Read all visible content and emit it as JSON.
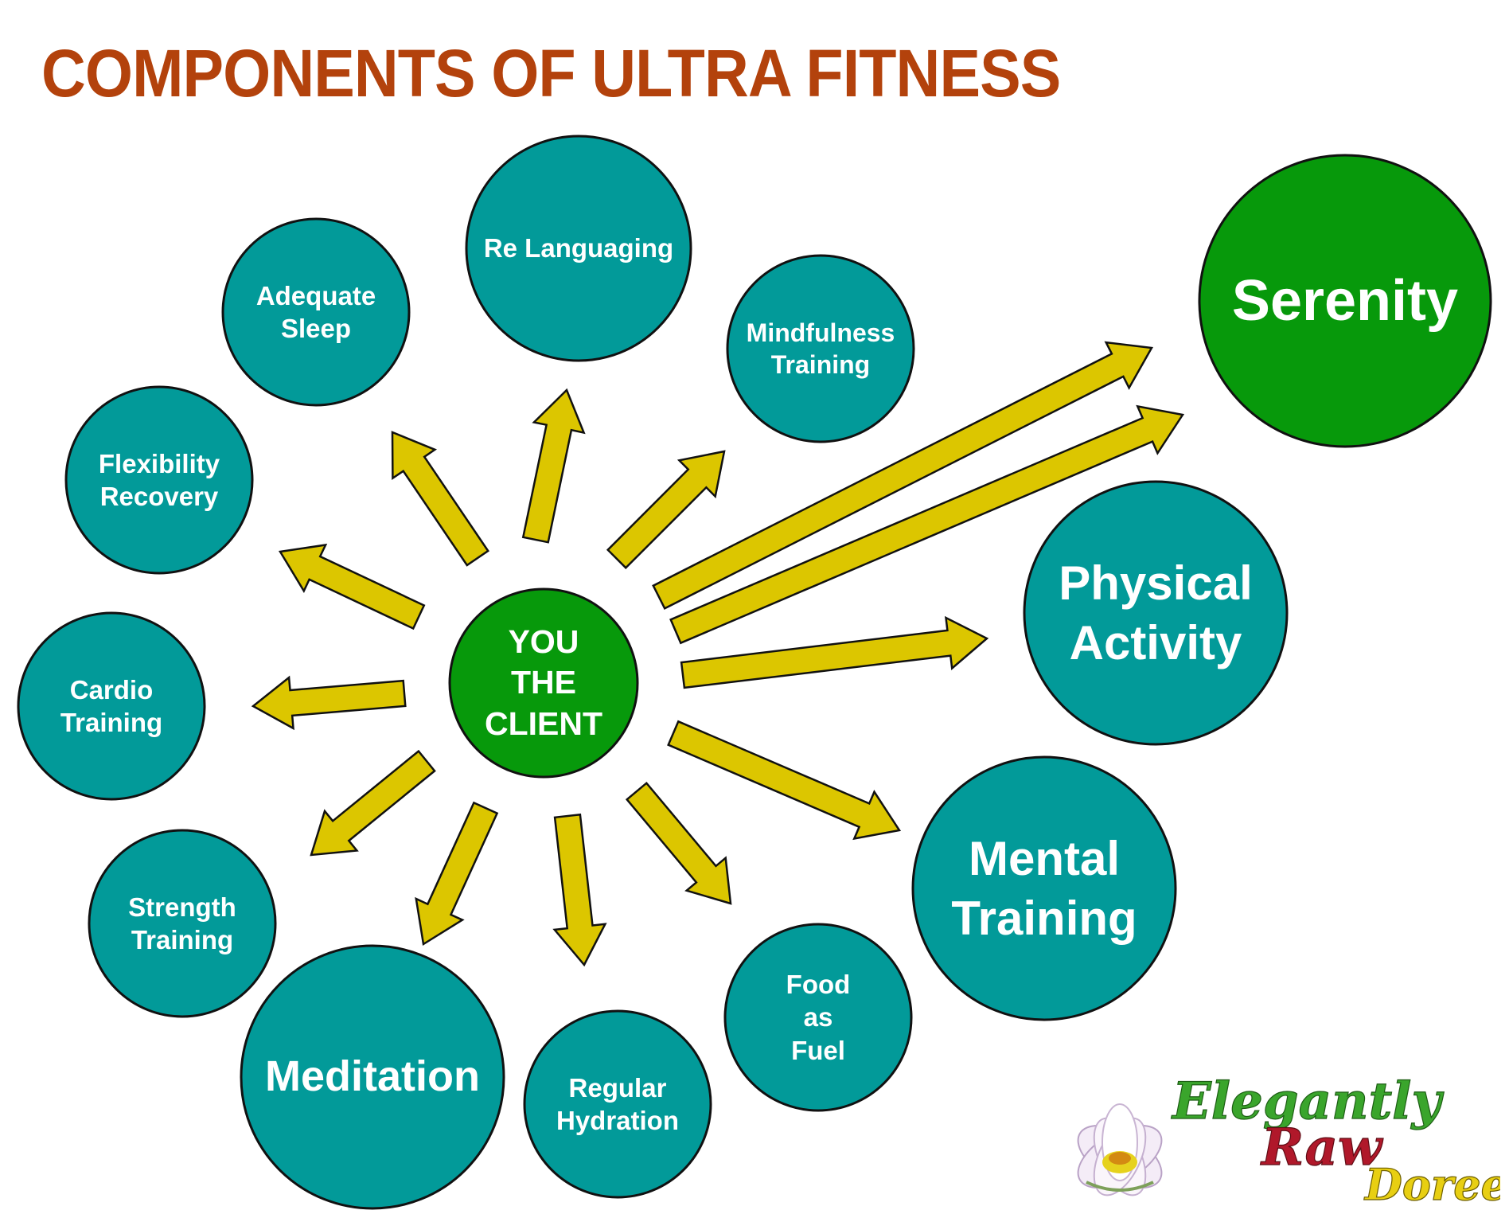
{
  "title": "COMPONENTS OF ULTRA FITNESS",
  "colors": {
    "title": "#b3420c",
    "teal_node": "#029a99",
    "green_node": "#07990b",
    "arrow_fill": "#dcc600",
    "outline": "#111111"
  },
  "center": {
    "label": "YOU\nTHE\nCLIENT"
  },
  "nodes": [
    {
      "id": "re-languaging",
      "label": "Re Languaging",
      "kind": "teal"
    },
    {
      "id": "adequate-sleep",
      "label": "Adequate\nSleep",
      "kind": "teal"
    },
    {
      "id": "mindfulness-training",
      "label": "Mindfulness\nTraining",
      "kind": "teal"
    },
    {
      "id": "flexibility-recovery",
      "label": "Flexibility\nRecovery",
      "kind": "teal"
    },
    {
      "id": "cardio-training",
      "label": "Cardio\nTraining",
      "kind": "teal"
    },
    {
      "id": "strength-training",
      "label": "Strength\nTraining",
      "kind": "teal"
    },
    {
      "id": "meditation",
      "label": "Meditation",
      "kind": "teal"
    },
    {
      "id": "regular-hydration",
      "label": "Regular\nHydration",
      "kind": "teal"
    },
    {
      "id": "food-as-fuel",
      "label": "Food\nas\nFuel",
      "kind": "teal"
    },
    {
      "id": "mental-training",
      "label": "Mental\nTraining",
      "kind": "teal"
    },
    {
      "id": "physical-activity",
      "label": "Physical\nActivity",
      "kind": "teal"
    },
    {
      "id": "serenity",
      "label": "Serenity",
      "kind": "green"
    }
  ],
  "arrows": [
    {
      "id": "to-re-languaging"
    },
    {
      "id": "to-adequate-sleep"
    },
    {
      "id": "to-mindfulness-training"
    },
    {
      "id": "to-flexibility-recovery"
    },
    {
      "id": "to-cardio-training"
    },
    {
      "id": "to-strength-training"
    },
    {
      "id": "to-meditation"
    },
    {
      "id": "to-regular-hydration"
    },
    {
      "id": "to-food-as-fuel"
    },
    {
      "id": "to-mental-training"
    },
    {
      "id": "to-physical-activity"
    },
    {
      "id": "to-serenity-1"
    },
    {
      "id": "to-serenity-2"
    }
  ],
  "logo": {
    "line1": "Elegantly",
    "line2": "Raw",
    "line3": "Doreet",
    "colors": {
      "line1": "#3aa52c",
      "line2": "#b0182a",
      "line3": "#e8cf12",
      "flower_petal": "#f3e8f6",
      "flower_center": "#e6d21e"
    }
  }
}
